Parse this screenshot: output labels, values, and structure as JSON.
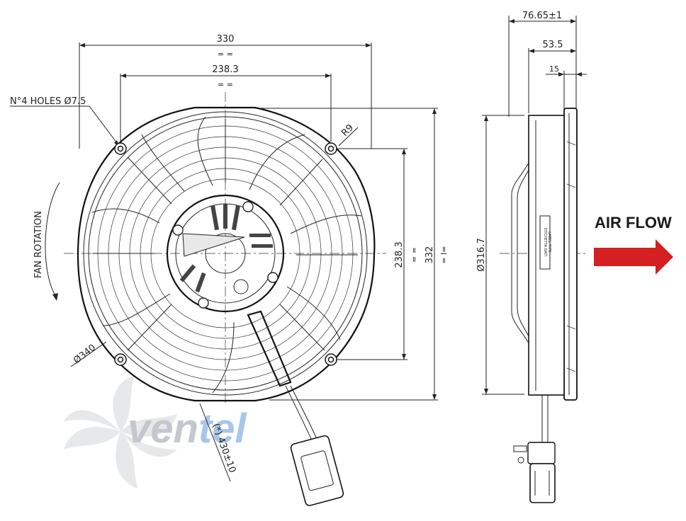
{
  "front_view": {
    "dim_overall_width": "330",
    "dim_hole_spacing_h": "238.3",
    "equal_mark": "= =",
    "holes_note": "N°4 HOLES Ø7.5",
    "radius_note": "R9",
    "dim_hole_spacing_v": "238.3",
    "dim_overall_height": "332",
    "equal_mark_v": "= =",
    "equal_mark_v2": "= I=",
    "diameter_note": "Ø340",
    "rotation_label": "FAN ROTATION",
    "cable_note": "(*) 430±10"
  },
  "side_view": {
    "dim_depth_total": "76.65±1",
    "dim_depth_body": "53.5",
    "dim_flange": "15",
    "dim_diameter": "Ø316.7",
    "label_line1": "ETICHETTA DATI",
    "label_line2": "LABEL TYPE"
  },
  "airflow": {
    "label": "AIR FLOW",
    "arrow_color": "#d42020"
  },
  "watermark": {
    "text": "ventel",
    "color_main": "#c8ccd2",
    "color_accent": "#a9c6ea"
  }
}
